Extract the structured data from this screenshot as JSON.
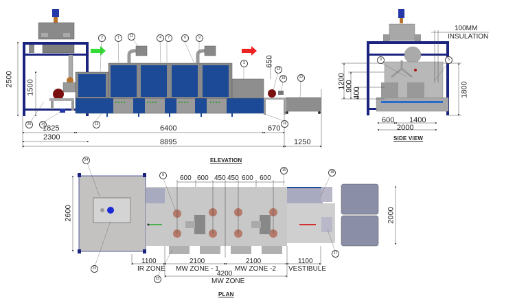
{
  "views": {
    "elevation": {
      "title": "ELEVATION"
    },
    "side": {
      "title": "SIDE VIEW"
    },
    "plan": {
      "title": "PLAN"
    }
  },
  "elevation": {
    "dimensions": {
      "overall_height": "2500",
      "feed_height": "1500",
      "exit_height": "650",
      "feeder_base": "1825",
      "feeder_frame": "2300",
      "tunnel_length": "6400",
      "exit_conveyor": "670",
      "overall_length": "8895",
      "outfeed_table": "1250"
    },
    "balloons": [
      "2",
      "1",
      "11",
      "4",
      "7",
      "6",
      "9",
      "3",
      "12",
      "19",
      "22",
      "20",
      "14",
      "13",
      "16"
    ],
    "arrows": {
      "inlet_color": "#33dd33",
      "outlet_color": "#ee2222"
    }
  },
  "side_view": {
    "insulation_label_1": "100MM",
    "insulation_label_2": "INSULATION",
    "dimensions": {
      "h1": "1200",
      "h2": "900",
      "h3": "400",
      "overall_height": "1800",
      "w1": "600",
      "w2": "1400",
      "overall_width": "2000"
    },
    "balloons": [
      "9",
      "5"
    ]
  },
  "plan": {
    "dimensions": {
      "frame_width": "2600",
      "outfeed_width": "2000",
      "spacings": [
        "600",
        "600",
        "450",
        "450",
        "600",
        "600"
      ]
    },
    "zones": {
      "ir_len": "1100",
      "ir_label": "IR ZONE",
      "mw1_len": "2100",
      "mw1_label": "MW ZONE - 1",
      "mw2_len": "2100",
      "mw2_label": "MW ZONE -2",
      "vest_len": "1100",
      "vest_label": "VESTIBULE",
      "mw_total_len": "4200",
      "mw_total_label": "MW ZONE"
    },
    "balloons": [
      "24",
      "8",
      "15",
      "18",
      "17",
      "23",
      "25"
    ]
  },
  "colors": {
    "frame_blue": "#1a237e",
    "panel_blue": "#1c4a96",
    "steel_grey": "#8e8e8e",
    "light_grey": "#c8c8c8",
    "motor_red": "#7a1010"
  }
}
